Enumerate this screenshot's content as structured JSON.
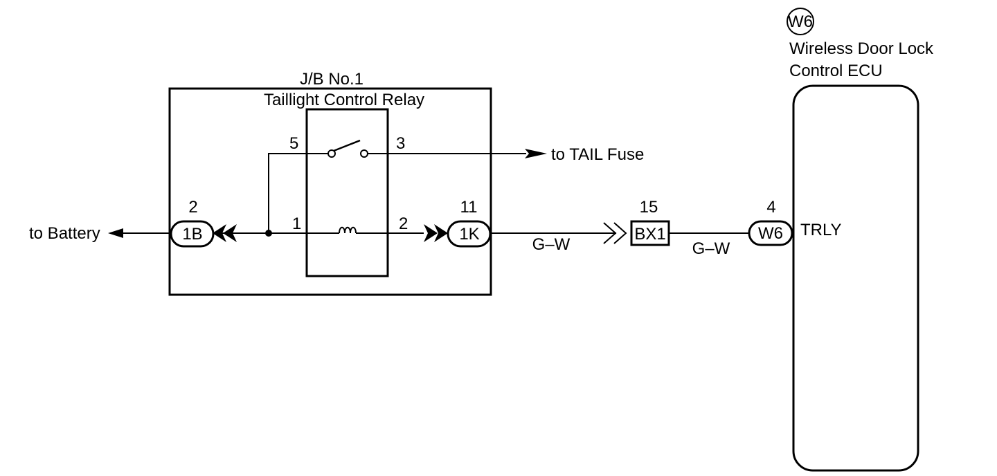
{
  "ecu": {
    "code": "W6",
    "name_line1": "Wireless Door Lock",
    "name_line2": "Control ECU",
    "terminal_name": "TRLY"
  },
  "junction_block": {
    "name": "J/B No.1",
    "relay_name": "Taillight Control Relay"
  },
  "relay_pins": {
    "pin5": "5",
    "pin3": "3",
    "pin1": "1",
    "pin2": "2"
  },
  "connectors": {
    "c1b": {
      "pin": "2",
      "code": "1B"
    },
    "c1k": {
      "pin": "11",
      "code": "1K"
    },
    "bx1": {
      "pin": "15",
      "code": "BX1"
    },
    "w6": {
      "pin": "4",
      "code": "W6"
    }
  },
  "wires": {
    "color_a": "G–W",
    "color_b": "G–W"
  },
  "destinations": {
    "battery": "to Battery",
    "tail_fuse": "to TAIL Fuse"
  }
}
